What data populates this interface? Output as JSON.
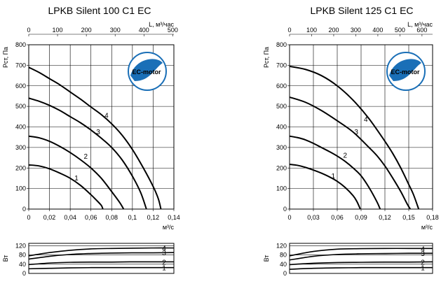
{
  "chart_data": [
    {
      "type": "line",
      "title": "LPKB Silent 100 C1 EC",
      "xlabel": "м³/с",
      "ylabel": "Рст, Па",
      "top_axis_label": "L, м³/час",
      "xlim": [
        0,
        0.14
      ],
      "ylim": [
        0,
        800
      ],
      "x_ticks": [
        "0",
        "0,02",
        "0,04",
        "0,06",
        "0,08",
        "0,1",
        "0,12",
        "0,14"
      ],
      "y_ticks": [
        "0",
        "100",
        "200",
        "300",
        "400",
        "500",
        "600",
        "700",
        "800"
      ],
      "top_ticks": [
        "0",
        "100",
        "200",
        "300",
        "400",
        "500"
      ],
      "top_lim": [
        0,
        504
      ],
      "badge": "EC-motor",
      "series": [
        {
          "name": "1",
          "x": [
            0,
            0.01,
            0.02,
            0.03,
            0.04,
            0.05,
            0.06,
            0.065,
            0.07,
            0.0715
          ],
          "y": [
            215,
            210,
            196,
            175,
            150,
            115,
            70,
            45,
            18,
            0
          ],
          "label_at": [
            0.046,
            140
          ]
        },
        {
          "name": "2",
          "x": [
            0,
            0.01,
            0.02,
            0.03,
            0.04,
            0.05,
            0.06,
            0.07,
            0.08,
            0.088,
            0.0915
          ],
          "y": [
            355,
            347,
            330,
            305,
            275,
            240,
            200,
            150,
            85,
            30,
            0
          ],
          "label_at": [
            0.055,
            245
          ]
        },
        {
          "name": "3",
          "x": [
            0,
            0.01,
            0.02,
            0.03,
            0.04,
            0.05,
            0.06,
            0.07,
            0.08,
            0.09,
            0.1,
            0.108,
            0.1135
          ],
          "y": [
            540,
            525,
            505,
            480,
            450,
            420,
            385,
            345,
            300,
            240,
            160,
            80,
            0
          ],
          "label_at": [
            0.067,
            365
          ]
        },
        {
          "name": "4",
          "x": [
            0,
            0.01,
            0.02,
            0.03,
            0.04,
            0.05,
            0.06,
            0.07,
            0.08,
            0.09,
            0.1,
            0.11,
            0.12,
            0.125,
            0.1275
          ],
          "y": [
            690,
            665,
            635,
            605,
            570,
            535,
            497,
            460,
            415,
            360,
            290,
            205,
            110,
            50,
            0
          ],
          "label_at": [
            0.075,
            445
          ]
        }
      ],
      "power": {
        "ylabel": "Вт",
        "ylim": [
          0,
          130
        ],
        "y_ticks": [
          "0",
          "40",
          "80",
          "120"
        ],
        "series": [
          {
            "name": "1",
            "x": [
              0,
              0.02,
              0.04,
              0.06,
              0.08,
              0.1,
              0.12,
              0.14
            ],
            "y": [
              20,
              22,
              24,
              25,
              25,
              25,
              25,
              25
            ]
          },
          {
            "name": "2",
            "x": [
              0,
              0.02,
              0.04,
              0.06,
              0.08,
              0.1,
              0.12,
              0.14
            ],
            "y": [
              38,
              45,
              48,
              49,
              49,
              50,
              50,
              50
            ]
          },
          {
            "name": "3",
            "x": [
              0,
              0.02,
              0.04,
              0.06,
              0.08,
              0.1,
              0.12,
              0.14
            ],
            "y": [
              62,
              74,
              82,
              86,
              88,
              89,
              89,
              90
            ]
          },
          {
            "name": "4",
            "x": [
              0,
              0.02,
              0.04,
              0.06,
              0.08,
              0.1,
              0.12,
              0.14
            ],
            "y": [
              76,
              90,
              100,
              106,
              108,
              109,
              110,
              110
            ]
          }
        ]
      }
    },
    {
      "type": "line",
      "title": "LPKB Silent 125 C1 EC",
      "xlabel": "м³/с",
      "ylabel": "Рст, Па",
      "top_axis_label": "L, м³/час",
      "xlim": [
        0,
        0.18
      ],
      "ylim": [
        0,
        800
      ],
      "x_ticks": [
        "0",
        "0,03",
        "0,06",
        "0,09",
        "0,12",
        "0,15",
        "0,18"
      ],
      "y_ticks": [
        "0",
        "100",
        "200",
        "300",
        "400",
        "500",
        "600",
        "700",
        "800"
      ],
      "top_ticks": [
        "0",
        "100",
        "200",
        "300",
        "400",
        "500",
        "600"
      ],
      "top_lim": [
        0,
        648
      ],
      "badge": "EC-motor",
      "series": [
        {
          "name": "1",
          "x": [
            0,
            0.01,
            0.02,
            0.03,
            0.04,
            0.05,
            0.06,
            0.07,
            0.08,
            0.085,
            0.089
          ],
          "y": [
            218,
            213,
            203,
            190,
            175,
            157,
            135,
            105,
            65,
            35,
            0
          ],
          "label_at": [
            0.055,
            150
          ]
        },
        {
          "name": "2",
          "x": [
            0,
            0.01,
            0.02,
            0.03,
            0.04,
            0.05,
            0.06,
            0.07,
            0.08,
            0.09,
            0.1,
            0.11,
            0.114
          ],
          "y": [
            355,
            348,
            337,
            320,
            300,
            280,
            258,
            232,
            200,
            162,
            105,
            35,
            0
          ],
          "label_at": [
            0.07,
            250
          ]
        },
        {
          "name": "3",
          "x": [
            0,
            0.02,
            0.04,
            0.06,
            0.08,
            0.1,
            0.11,
            0.12,
            0.13,
            0.14,
            0.148,
            0.152
          ],
          "y": [
            545,
            520,
            480,
            430,
            375,
            300,
            260,
            210,
            150,
            85,
            25,
            0
          ],
          "label_at": [
            0.084,
            365
          ]
        },
        {
          "name": "4",
          "x": [
            0,
            0.02,
            0.04,
            0.06,
            0.08,
            0.1,
            0.12,
            0.13,
            0.14,
            0.15,
            0.156,
            0.1625
          ],
          "y": [
            695,
            680,
            650,
            600,
            530,
            440,
            330,
            270,
            200,
            120,
            70,
            0
          ],
          "label_at": [
            0.096,
            425
          ]
        }
      ],
      "power": {
        "ylabel": "Вт",
        "ylim": [
          0,
          130
        ],
        "y_ticks": [
          "0",
          "40",
          "80",
          "120"
        ],
        "series": [
          {
            "name": "1",
            "x": [
              0,
              0.03,
              0.06,
              0.09,
              0.12,
              0.15,
              0.18
            ],
            "y": [
              18,
              22,
              24,
              25,
              25,
              25,
              25
            ]
          },
          {
            "name": "2",
            "x": [
              0,
              0.03,
              0.06,
              0.09,
              0.12,
              0.15,
              0.18
            ],
            "y": [
              38,
              44,
              47,
              48,
              49,
              49,
              50
            ]
          },
          {
            "name": "3",
            "x": [
              0,
              0.03,
              0.06,
              0.09,
              0.12,
              0.15,
              0.18
            ],
            "y": [
              58,
              74,
              82,
              85,
              86,
              87,
              87
            ]
          },
          {
            "name": "4",
            "x": [
              0,
              0.03,
              0.06,
              0.09,
              0.12,
              0.15,
              0.18
            ],
            "y": [
              76,
              95,
              105,
              107,
              108,
              108,
              108
            ]
          }
        ]
      }
    }
  ]
}
